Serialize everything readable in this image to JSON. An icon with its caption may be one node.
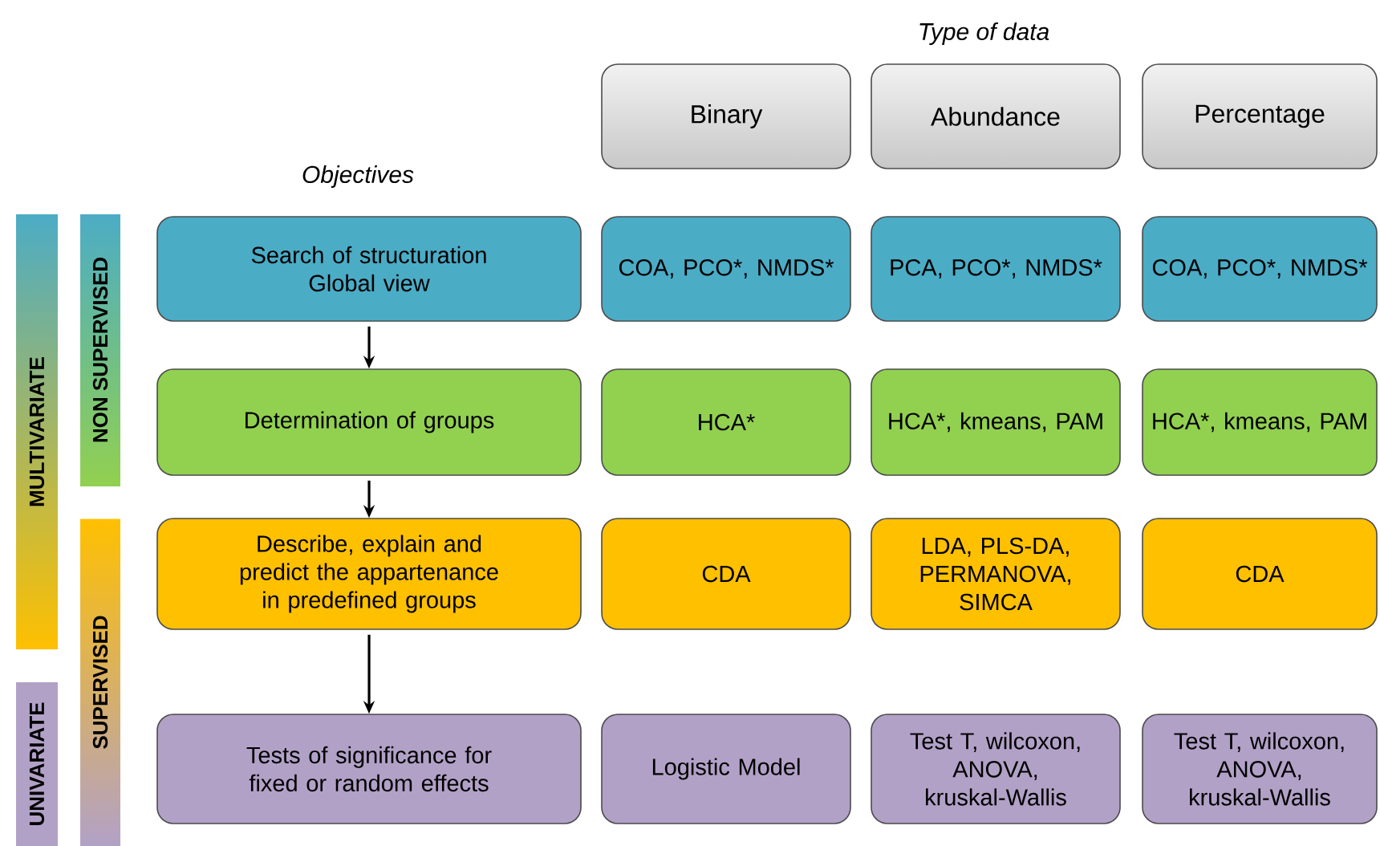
{
  "diagram": {
    "nodes": [
      {
        "text": [
          "Binary"
        ]
      },
      {
        "text": [
          "Abundance"
        ]
      },
      {
        "text": [
          "Percentage"
        ]
      },
      {
        "text": [
          "Search of structuration Global view"
        ]
      },
      {
        "text": [
          "COA, PCO*, NMDS*"
        ]
      },
      {
        "text": [
          "PCA, PCO*, NMDS*"
        ]
      },
      {
        "text": [
          "COA, PCO*, NMDS*"
        ]
      },
      {
        "text": [
          "Determination of groups"
        ]
      },
      {
        "text": [
          "HCA*"
        ]
      },
      {
        "text": [
          "HCA*, kmeans, PAM"
        ]
      },
      {
        "text": [
          "HCA*, kmeans, PAM"
        ]
      },
      {
        "text": [
          "Describe, explain and predict the appartenance in predefined groups"
        ]
      },
      {
        "text": [
          "CDA"
        ]
      },
      {
        "text": [
          "LDA, PLS-DA, PERMANOVA, SIMCA"
        ]
      },
      {
        "text": [
          "CDA"
        ]
      },
      {
        "text": [
          "Tests of significance for fixed or random effects"
        ]
      },
      {
        "text": [
          "Logistic Model"
        ]
      },
      {
        "text": [
          "Test T, wilcoxon, ANOVA, kruskal-Wallis"
        ]
      },
      {
        "text": [
          "Test T, wilcoxon, ANOVA, kruskal-Wallis"
        ]
      },
      {
        "text": [
          "MULTIVARIATE"
        ]
      },
      {
        "text": [
          "UNIVARIATE"
        ]
      },
      {
        "text": [
          "NON SUPERVISED"
        ]
      },
      {
        "text": [
          "SUPERVISED"
        ]
      }
    ],
    "edges": [
      {
        "from": 3,
        "to": 7,
        "arrow": "to"
      },
      {
        "from": 7,
        "to": 11,
        "arrow": "to"
      },
      {
        "from": 11,
        "to": 15,
        "arrow": "to"
      }
    ],
    "labels": [
      "Type of data",
      "Objectives"
    ]
  }
}
